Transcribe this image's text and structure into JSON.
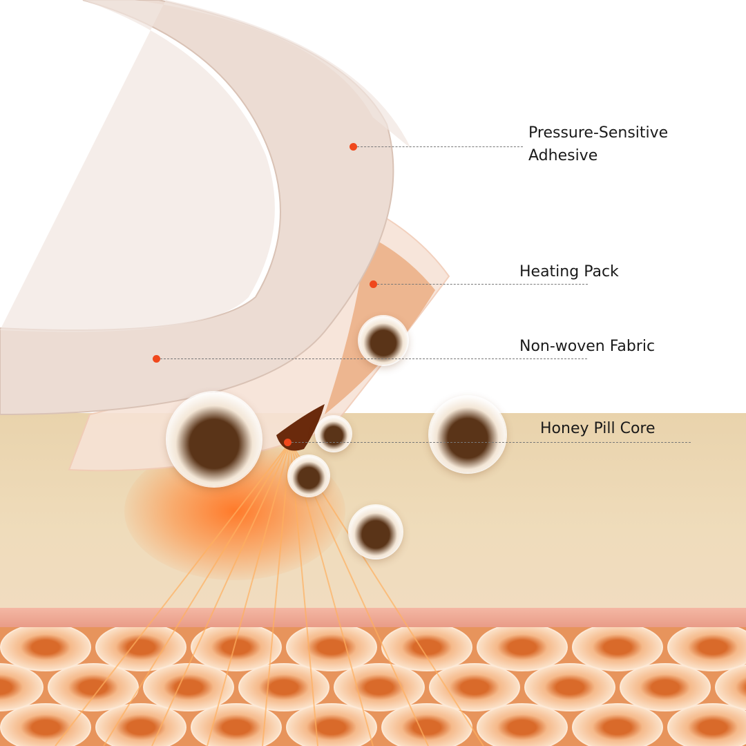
{
  "labels": {
    "adhesive_line1": "Pressure-Sensitive",
    "adhesive_line2": "Adhesive",
    "heating_pack": "Heating Pack",
    "non_woven": "Non-woven Fabric",
    "honey_pill": "Honey Pill Core"
  },
  "colors": {
    "dot": "#f0481c",
    "skin": "#efdcbb",
    "cells": "#e7945c"
  }
}
